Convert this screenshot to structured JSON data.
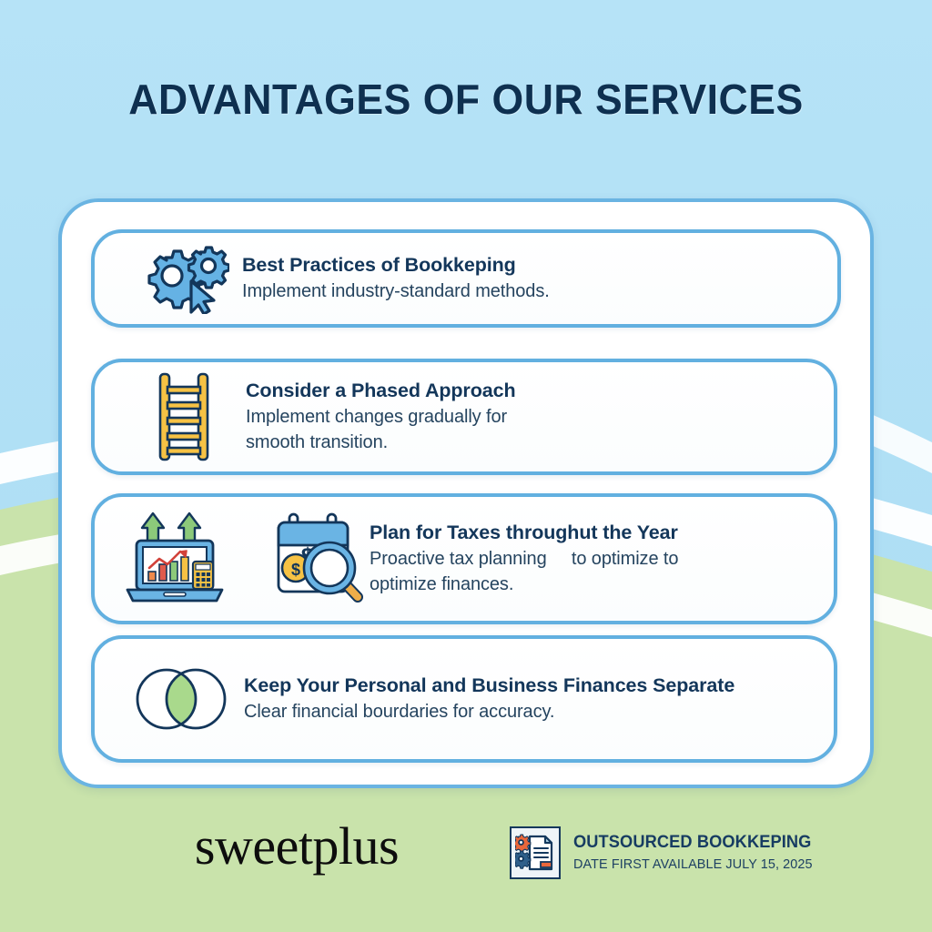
{
  "page": {
    "title": "ADVANTAGES OF OUR SERVICES",
    "background_top_color": "#b5e2f6",
    "background_bottom_color": "#c9e3ab",
    "wave_color": "#ffffff",
    "panel_border_color": "#6ab4e2",
    "card_border_color": "#62b0e0",
    "heading_color": "#0e3050",
    "body_text_color": "#25445f"
  },
  "cards": [
    {
      "title": "Best Practices of Bookkeping",
      "body": "Implement industry-standard methods.",
      "icons": [
        "gears-cursor-icon"
      ]
    },
    {
      "title": "Consider a Phased Approach",
      "body": "Implement changes gradually for\nsmooth transition.",
      "icons": [
        "ladder-icon"
      ]
    },
    {
      "title": "Plan for Taxes throughut the Year",
      "body": "Proactive tax planning     to optimize to\noptimize finances.",
      "icons": [
        "laptop-growth-chart-icon",
        "calendar-magnifier-coin-icon"
      ]
    },
    {
      "title": "Keep Your Personal and Business\nFinances Separate",
      "body": "Clear financial bourdaries for accuracy.",
      "icons": [
        "venn-diagram-icon"
      ]
    }
  ],
  "footer": {
    "logo": "sweetplus",
    "badge": {
      "icon": "document-gears-icon",
      "title": "OUTSOURCED BOOKKEPING",
      "subtitle": "DATE FIRST AVAILABLE JULY 15, 2025"
    }
  }
}
